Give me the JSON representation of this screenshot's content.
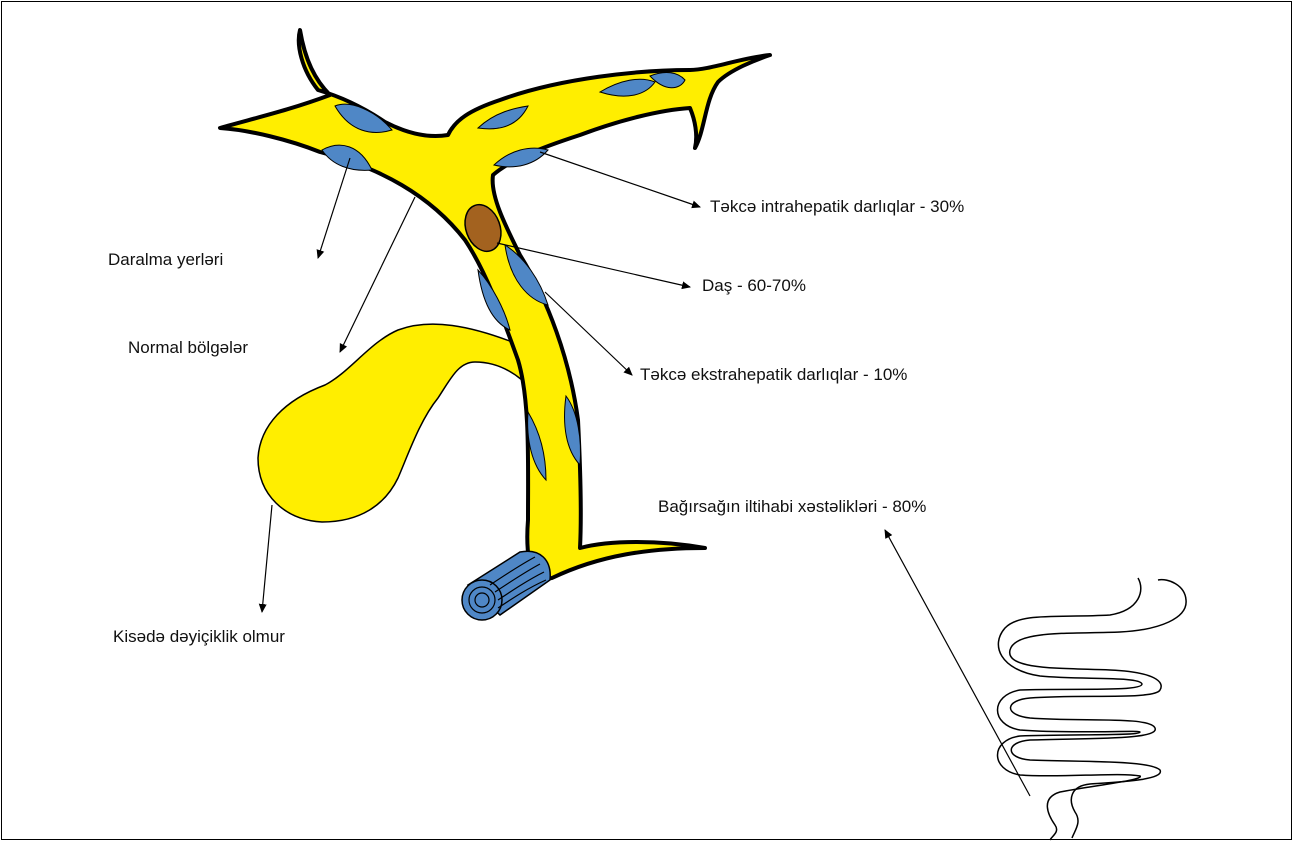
{
  "labels": {
    "intrahepatic": "Təkcə intrahepatik darlıqlar - 30%",
    "stone": "Daş - 60-70%",
    "stenosis_sites": "Daralma yerləri",
    "normal_waves": "Normal bölgələr",
    "extrahepatic": "Təkcə ekstrahepatik darlıqlar - 10%",
    "ibd": "Bağırsağın iltihabi xəstəlikləri - 80%",
    "gallbladder": "Kisədə dəyiçiklik olmur"
  },
  "colors": {
    "duct_fill": "#ffee00",
    "stricture_fill": "#4f87c6",
    "stone_fill": "#a3621f",
    "outline": "#000000"
  }
}
